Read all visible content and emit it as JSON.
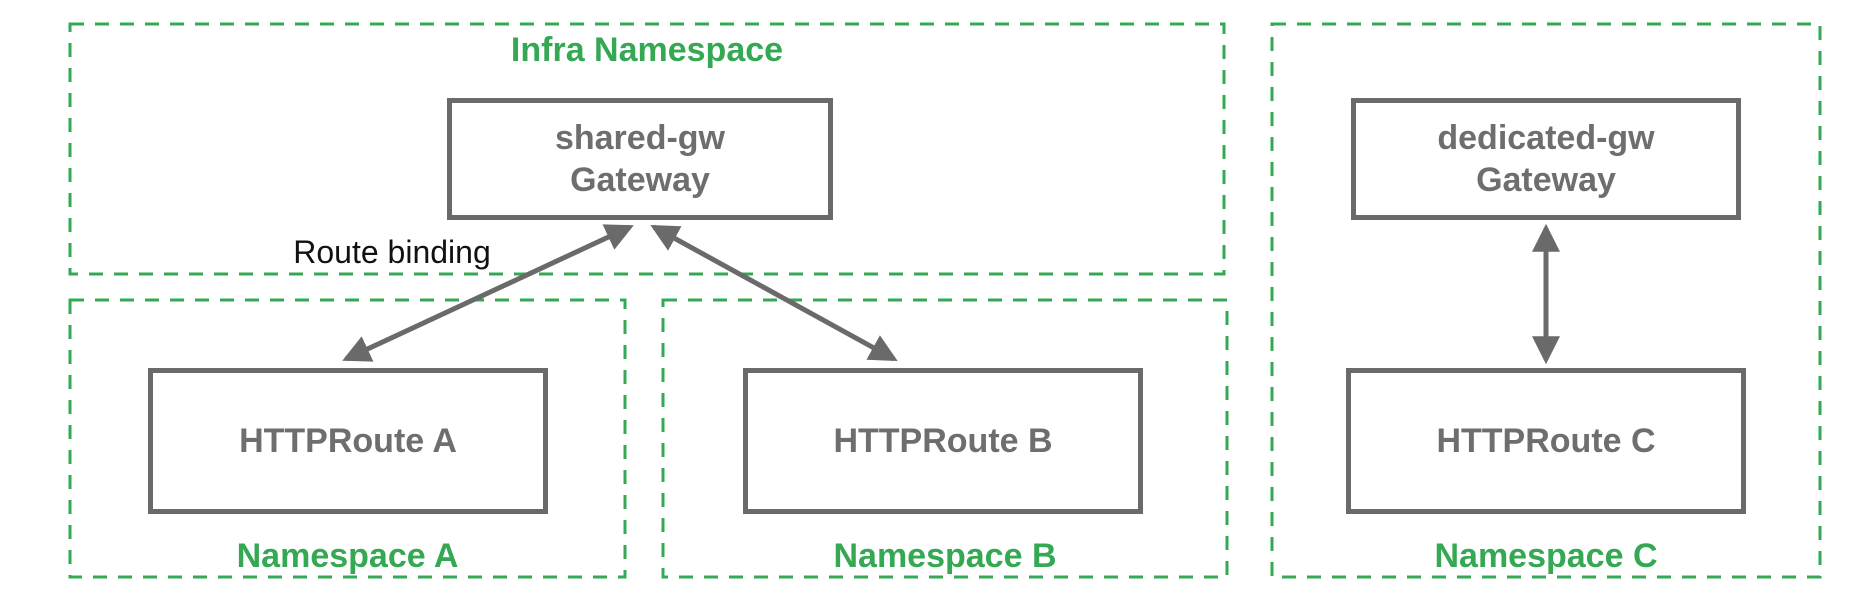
{
  "diagram": {
    "namespaces": {
      "infra": {
        "label": "Infra Namespace"
      },
      "a": {
        "label": "Namespace A"
      },
      "b": {
        "label": "Namespace B"
      },
      "c": {
        "label": "Namespace C"
      }
    },
    "nodes": {
      "shared_gw": {
        "name": "shared-gw",
        "kind": "Gateway"
      },
      "dedicated_gw": {
        "name": "dedicated-gw",
        "kind": "Gateway"
      },
      "route_a": {
        "label": "HTTPRoute A"
      },
      "route_b": {
        "label": "HTTPRoute B"
      },
      "route_c": {
        "label": "HTTPRoute C"
      }
    },
    "edges": {
      "route_binding_label": "Route binding"
    },
    "colors": {
      "namespace_green": "#34a853",
      "node_border_gray": "#6a6a6a",
      "node_text_gray": "#6e6e6e",
      "edge_label_black": "#111111"
    }
  }
}
